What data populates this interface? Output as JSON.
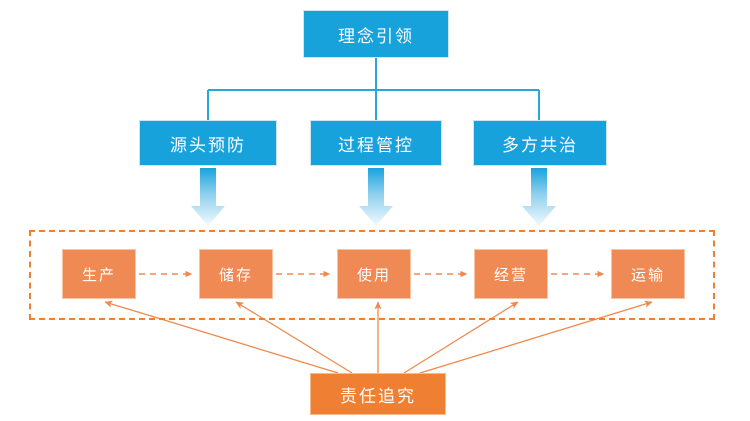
{
  "diagram": {
    "title_node": {
      "label": "理念引领"
    },
    "strategy_row": [
      {
        "label": "源头预防"
      },
      {
        "label": "过程管控"
      },
      {
        "label": "多方共治"
      }
    ],
    "chain_row": [
      {
        "label": "生产"
      },
      {
        "label": "储存"
      },
      {
        "label": "使用"
      },
      {
        "label": "经营"
      },
      {
        "label": "运输"
      }
    ],
    "accountability_node": {
      "label": "责任追究"
    },
    "colors": {
      "blue": "#17a2dc",
      "orange": "#f08a55",
      "orange_accent": "#ef8033",
      "dashed_border": "#ef8033",
      "connector_blue": "#2ba6dd",
      "connector_orange": "#ef8a4e",
      "text": "#ffffff",
      "background": "#ffffff"
    },
    "icons": {
      "down_block_arrow": "down-block-arrow",
      "dashed_flow_arrow": "dashed-flow-arrow",
      "converging_arrow": "converging-arrow",
      "tree_connector": "tree-connector",
      "dashed_group_box": "dashed-group-box"
    }
  }
}
